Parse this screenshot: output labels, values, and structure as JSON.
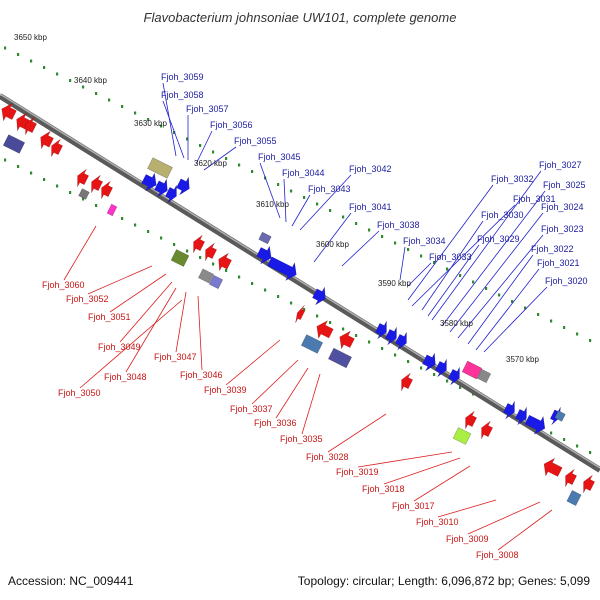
{
  "title": "Flavobacterium johnsoniae UW101, complete genome",
  "footer": {
    "accession": "Accession: NC_009441",
    "summary": "Topology: circular; Length: 6,096,872 bp; Genes: 5,099"
  },
  "colors": {
    "forward": "#1a1ae6",
    "reverse": "#e61414",
    "backbone": "#808080",
    "label_blue": "#1a1aa0",
    "label_red": "#c81414",
    "tick": "#2e8b2e"
  },
  "kbp_labels": [
    "3650 kbp",
    "3640 kbp",
    "3630 kbp",
    "3620 kbp",
    "3610 kbp",
    "3600 kbp",
    "3590 kbp",
    "3580 kbp",
    "3570 kbp"
  ],
  "genes_top": [
    "Fjoh_3059",
    "Fjoh_3058",
    "Fjoh_3057",
    "Fjoh_3056",
    "Fjoh_3055",
    "Fjoh_3045",
    "Fjoh_3044",
    "Fjoh_3043",
    "Fjoh_3042",
    "Fjoh_3041",
    "Fjoh_3038",
    "Fjoh_3034",
    "Fjoh_3033",
    "Fjoh_3032",
    "Fjoh_3031",
    "Fjoh_3030",
    "Fjoh_3029",
    "Fjoh_3027",
    "Fjoh_3025",
    "Fjoh_3024",
    "Fjoh_3023",
    "Fjoh_3022",
    "Fjoh_3021",
    "Fjoh_3020"
  ],
  "genes_bottom": [
    "Fjoh_3060",
    "Fjoh_3052",
    "Fjoh_3051",
    "Fjoh_3049",
    "Fjoh_3048",
    "Fjoh_3047",
    "Fjoh_3046",
    "Fjoh_3050",
    "Fjoh_3039",
    "Fjoh_3037",
    "Fjoh_3036",
    "Fjoh_3035",
    "Fjoh_3028",
    "Fjoh_3019",
    "Fjoh_3018",
    "Fjoh_3017",
    "Fjoh_3010",
    "Fjoh_3009",
    "Fjoh_3008"
  ]
}
